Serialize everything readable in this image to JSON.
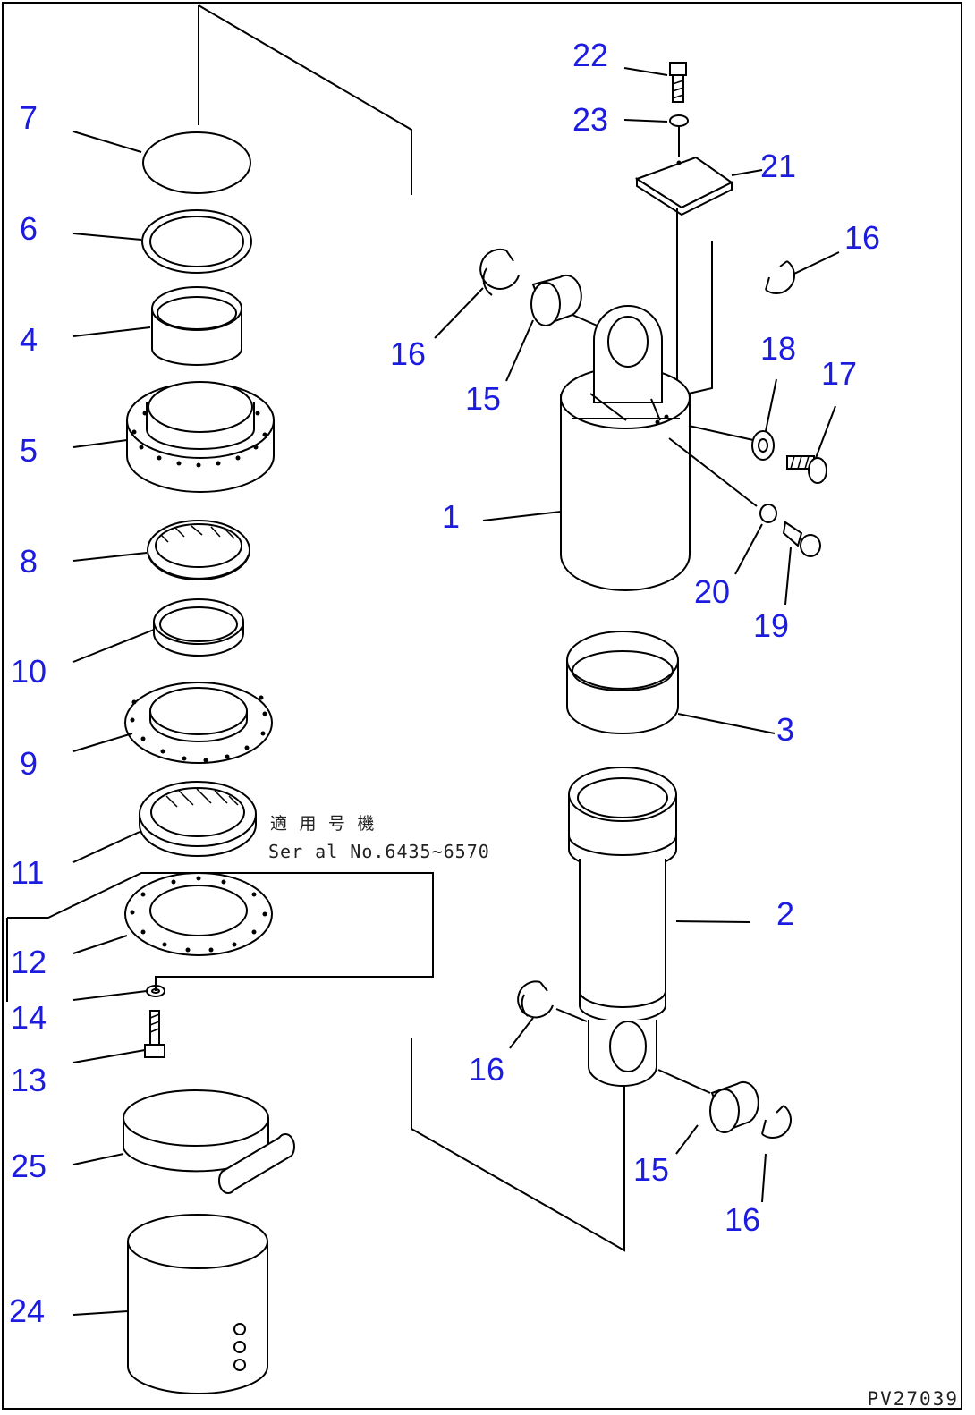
{
  "callouts": {
    "c7": "7",
    "c6": "6",
    "c4": "4",
    "c5": "5",
    "c8": "8",
    "c10": "10",
    "c9": "9",
    "c11": "11",
    "c12": "12",
    "c14": "14",
    "c13": "13",
    "c25": "25",
    "c24": "24",
    "c22": "22",
    "c23": "23",
    "c21": "21",
    "c16a": "16",
    "c16b": "16",
    "c15a": "15",
    "c18": "18",
    "c17": "17",
    "c1": "1",
    "c20": "20",
    "c19": "19",
    "c3": "3",
    "c2": "2",
    "c16c": "16",
    "c15b": "15",
    "c16d": "16"
  },
  "note": {
    "line1": "適 用 号 機",
    "line2": "Ser al No.6435~6570"
  },
  "drawing_number": "PV27039",
  "colors": {
    "callout": "#1c1ce0",
    "line": "#000000",
    "background": "#ffffff"
  }
}
